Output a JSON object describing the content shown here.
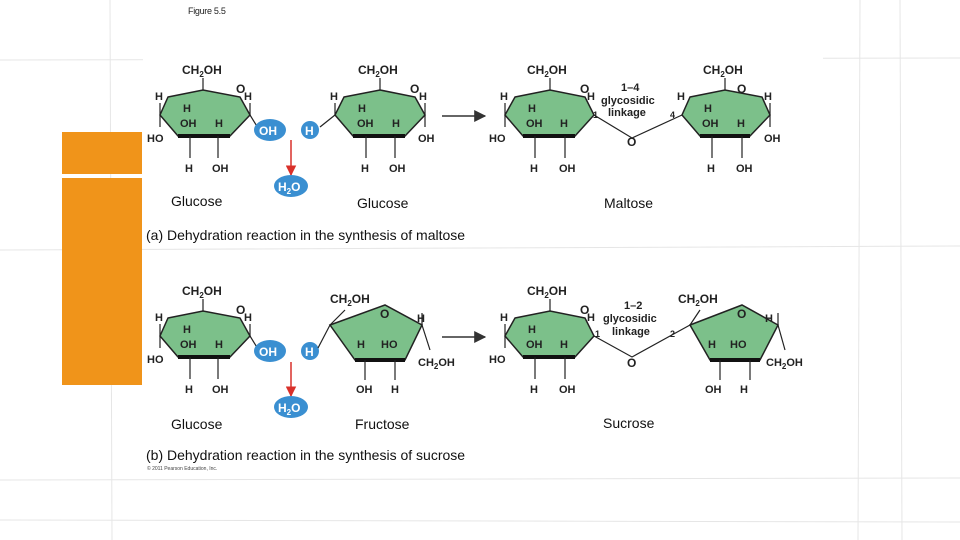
{
  "figure_label": "Figure 5.5",
  "copyright": "© 2011 Pearson Education, Inc.",
  "colors": {
    "ring": "#7cc08a",
    "water": "#3a8fd1",
    "arrow_red": "#d9302a",
    "accent_orange": "#f0941a"
  },
  "panel_a": {
    "caption": "(a) Dehydration reaction in the synthesis of maltose",
    "molecule1_name": "Glucose",
    "molecule2_name": "Glucose",
    "product_name": "Maltose",
    "linkage_line1": "1–4",
    "linkage_line2": "glycosidic",
    "linkage_line3": "linkage",
    "linkage_pos_left": "1",
    "linkage_pos_right": "4"
  },
  "panel_b": {
    "caption": "(b) Dehydration reaction in the synthesis of sucrose",
    "molecule1_name": "Glucose",
    "molecule2_name": "Fructose",
    "product_name": "Sucrose",
    "linkage_line1": "1–2",
    "linkage_line2": "glycosidic",
    "linkage_line3": "linkage",
    "linkage_pos_left": "1",
    "linkage_pos_right": "2"
  },
  "chem": {
    "ch2oh": "CH2OH",
    "oh": "OH",
    "ho": "HO",
    "h": "H",
    "o": "O",
    "water": "H2O"
  }
}
